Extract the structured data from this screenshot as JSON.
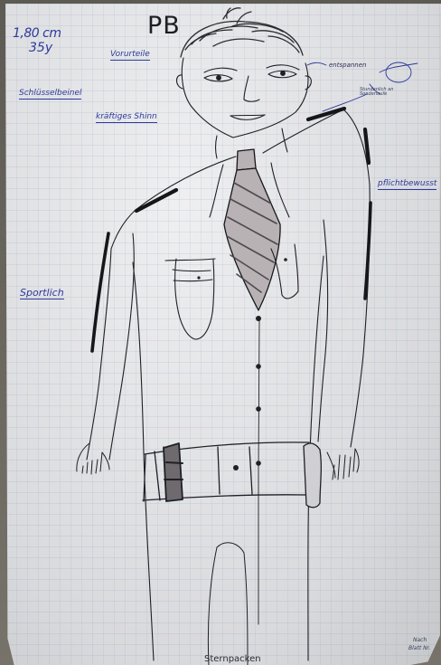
{
  "notes": {
    "initials": "PB",
    "height": "1,80 cm",
    "age": "35y",
    "pro": "Vorurteile",
    "collarbone": "Schlüsselbeinel",
    "chin": "kräftiges Shinn",
    "relaxed": "entspannen",
    "star_caption": "Stundenlich an Sonderlaufe",
    "duty": "pflichtbewusst",
    "sporty": "Sportlich"
  },
  "footer": {
    "brand": "Sternpacken",
    "sheet_label": "Nach",
    "sheet_number": "Blatt Nr."
  },
  "colors": {
    "ink_blue": "#2c3a9a",
    "pencil": "#1f2026",
    "paper": "#e6e7ea",
    "background": "#6f6b63"
  }
}
